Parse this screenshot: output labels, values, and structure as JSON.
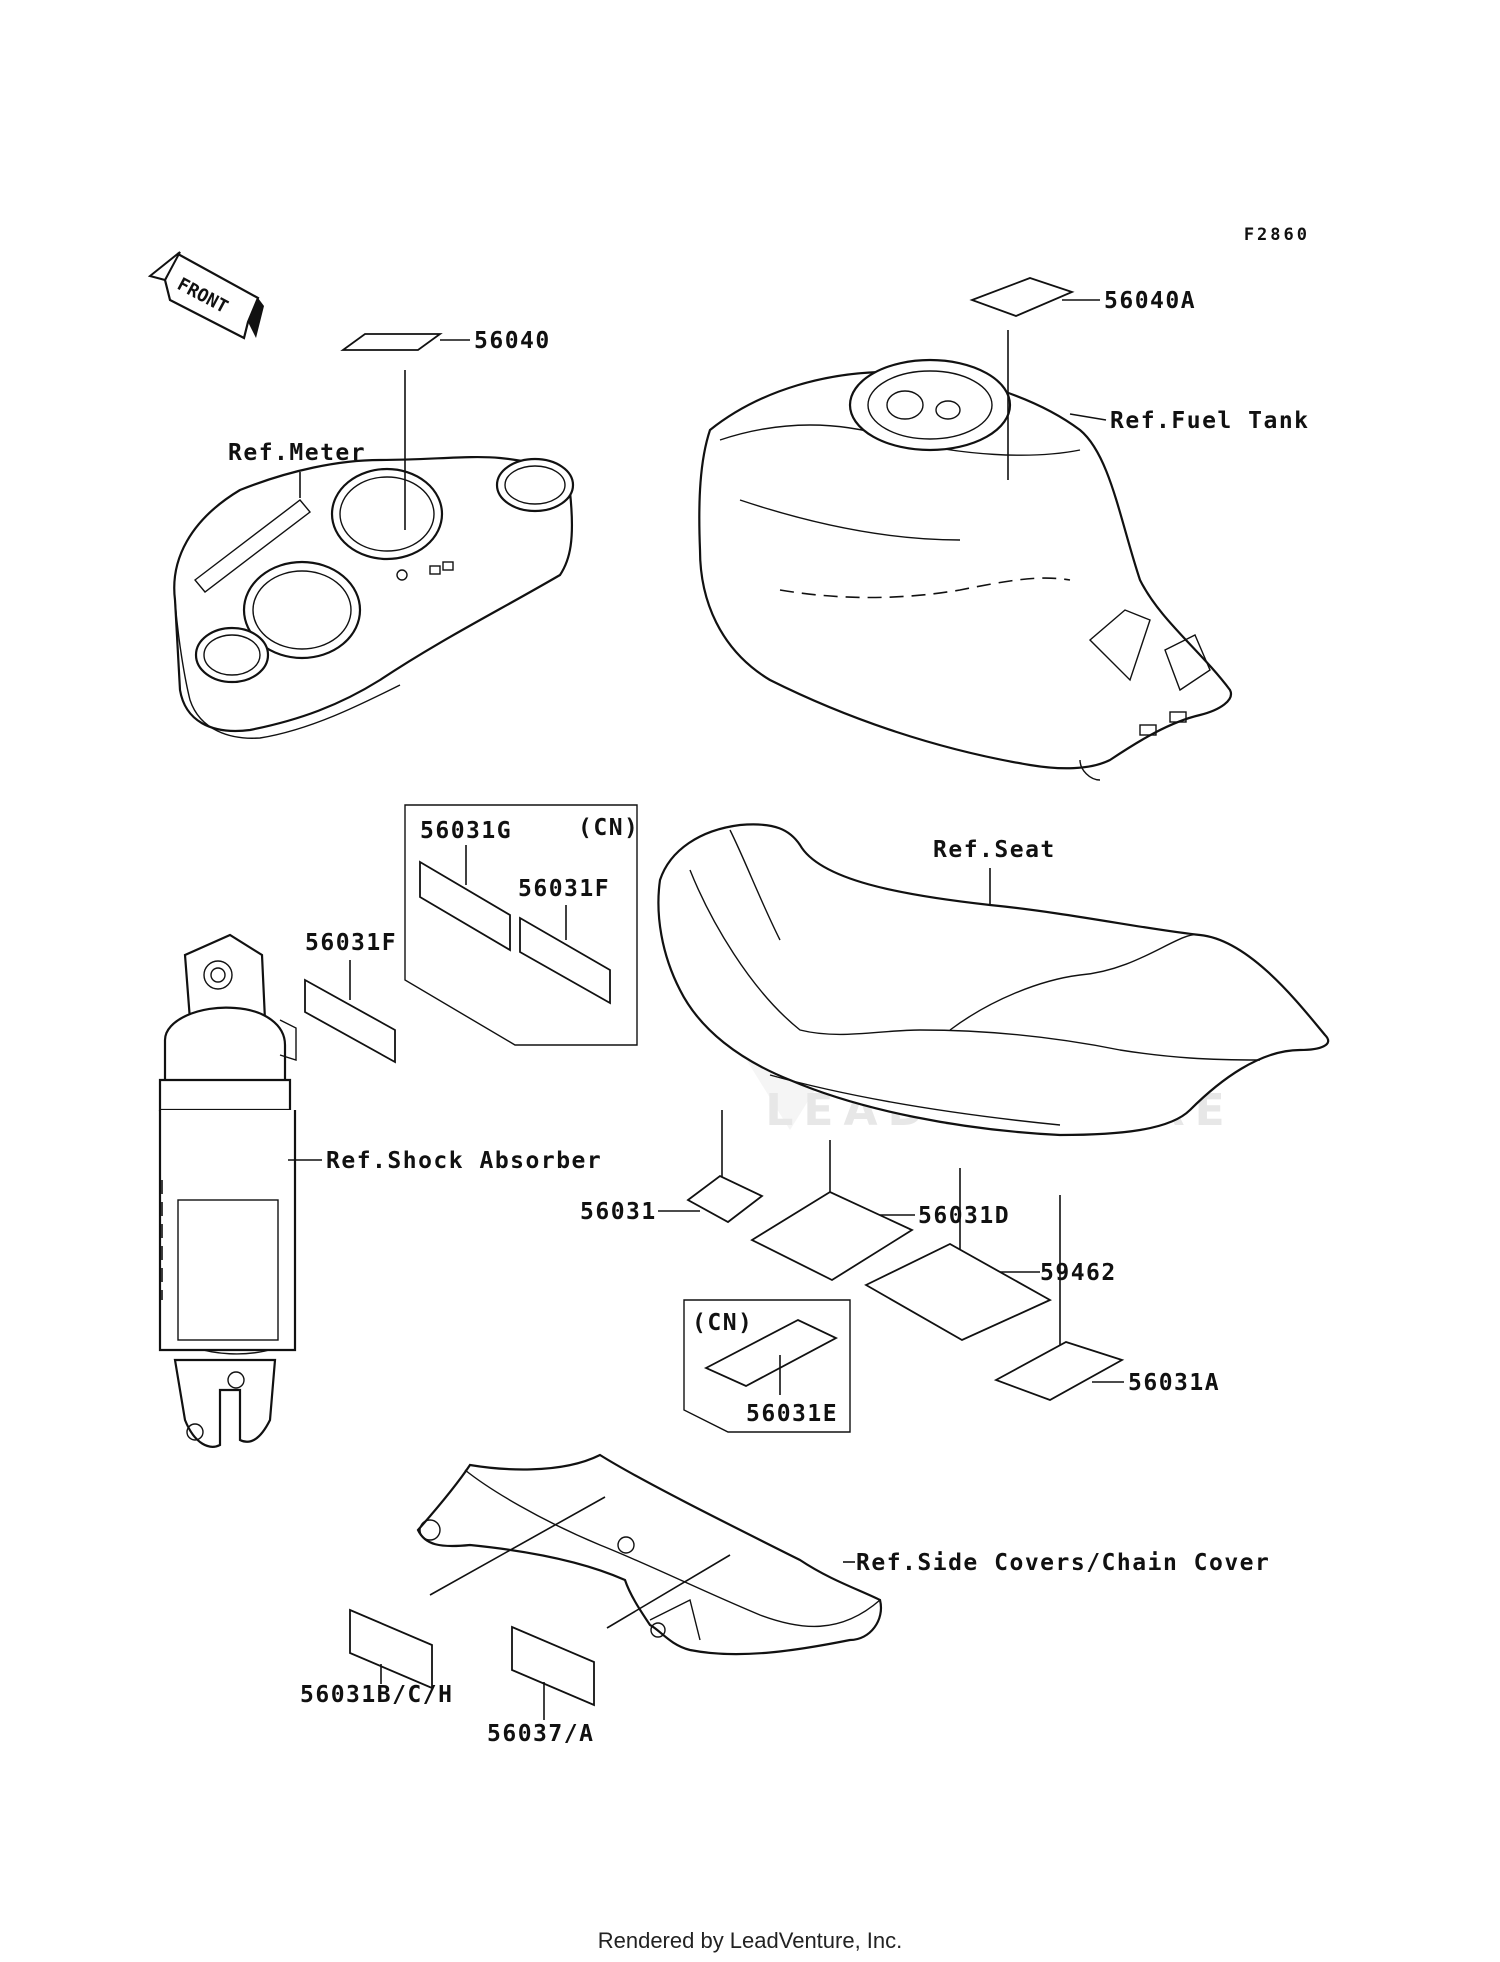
{
  "figure_code": "F2860",
  "front_label": "FRONT",
  "watermark": "LEADVENTURE",
  "footer": "Rendered by LeadVenture, Inc.",
  "references": {
    "meter": "Ref.Meter",
    "fuel_tank": "Ref.Fuel Tank",
    "seat": "Ref.Seat",
    "shock": "Ref.Shock Absorber",
    "covers": "Ref.Side Covers/Chain Cover"
  },
  "parts": {
    "p56040": "56040",
    "p56040A": "56040A",
    "p56031G": "56031G",
    "cn_top": "(CN)",
    "p56031F_box": "56031F",
    "p56031F": "56031F",
    "p56031": "56031",
    "p56031D": "56031D",
    "p59462": "59462",
    "p56031A": "56031A",
    "cn_box": "(CN)",
    "p56031E": "56031E",
    "p56031BCH": "56031B/C/H",
    "p56037A": "56037/A"
  }
}
